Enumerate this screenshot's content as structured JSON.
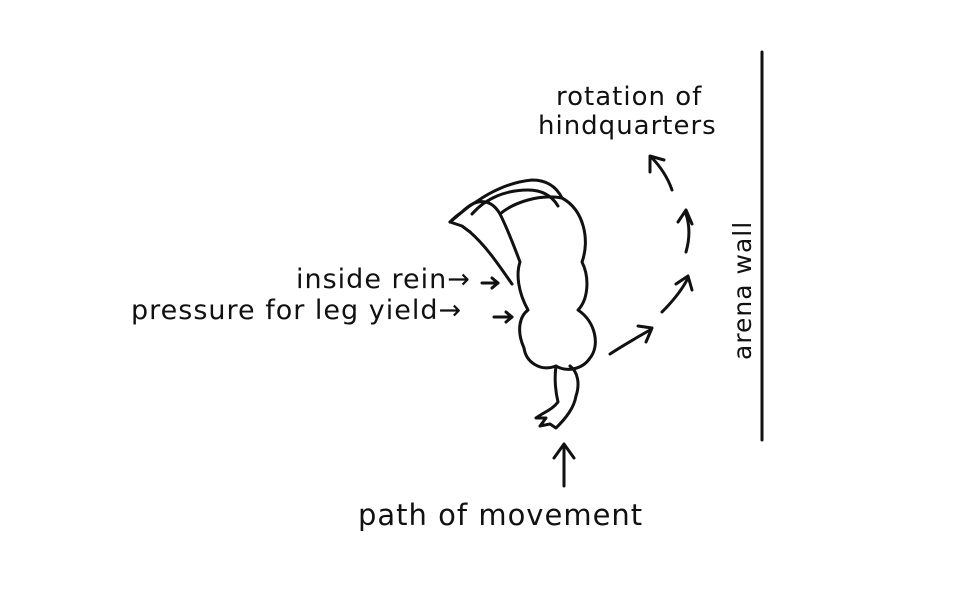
{
  "diagram": {
    "labels": {
      "rotation_line1": "rotation of",
      "rotation_line2": "hindquarters",
      "inside_rein": "inside rein→",
      "pressure_leg_yield": "pressure for leg yield→",
      "arena_wall": "arena wall",
      "path_of_movement": "path of movement"
    },
    "colors": {
      "ink": "#111111",
      "background": "#ffffff"
    }
  }
}
